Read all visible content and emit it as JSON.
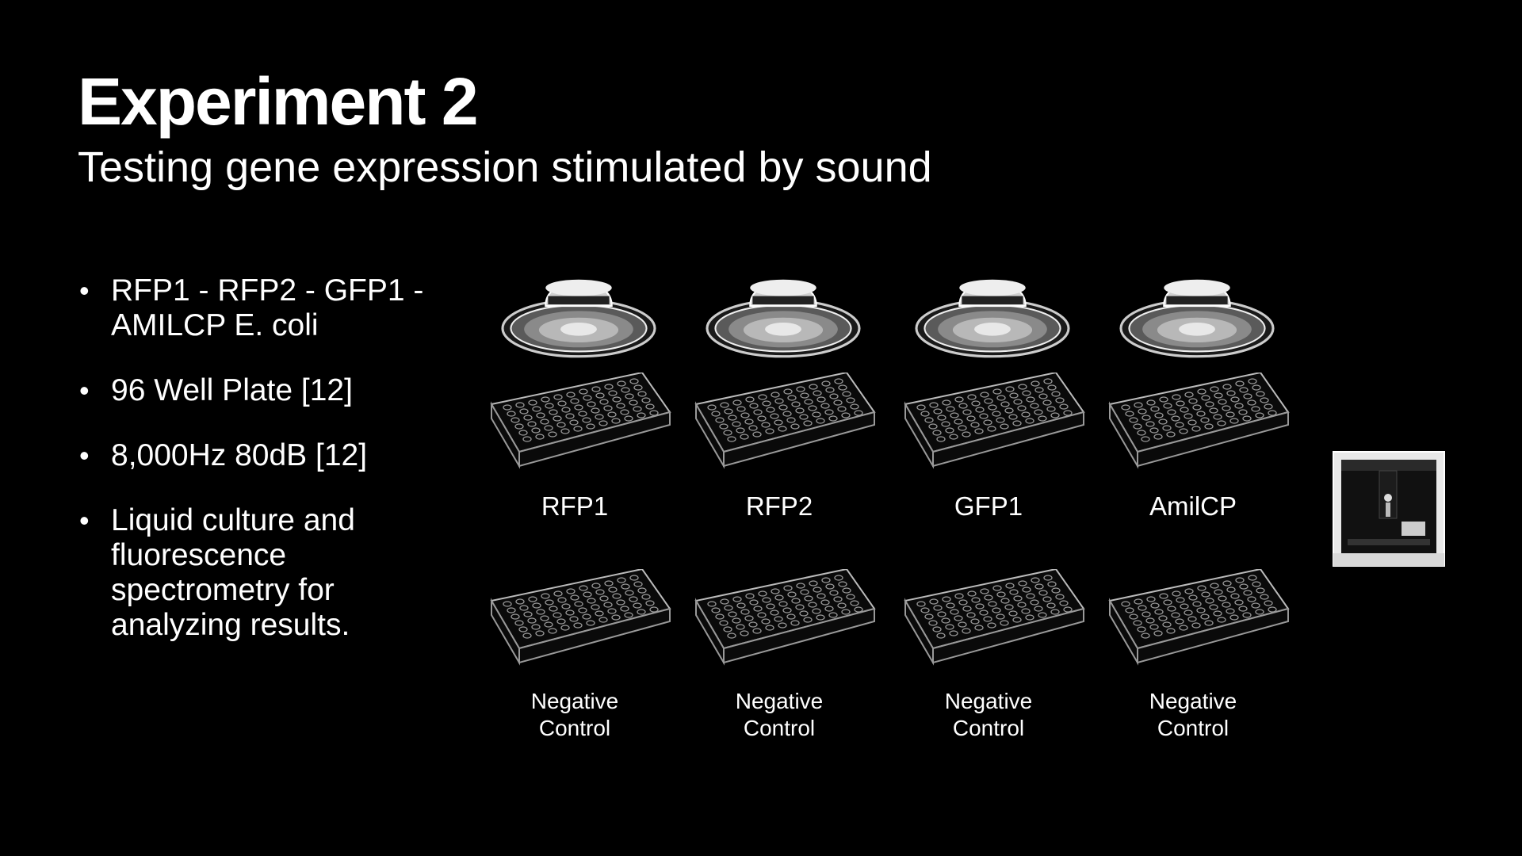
{
  "slide": {
    "title": "Experiment 2",
    "subtitle": "Testing gene expression stimulated by sound"
  },
  "bullets": [
    {
      "text": "RFP1 - RFP2 - GFP1 - AMILCP E. coli"
    },
    {
      "text": "96 Well Plate [12]"
    },
    {
      "text": "8,000Hz 80dB [12]"
    },
    {
      "text": "Liquid culture and fluorescence spectrometry for analyzing results."
    }
  ],
  "bullet_glyph": "•",
  "columns": [
    {
      "label": "RFP1",
      "control_line1": "Negative",
      "control_line2": "Control"
    },
    {
      "label": "RFP2",
      "control_line1": "Negative",
      "control_line2": "Control"
    },
    {
      "label": "GFP1",
      "control_line1": "Negative",
      "control_line2": "Control"
    },
    {
      "label": "AmilCP",
      "control_line1": "Negative",
      "control_line2": "Control"
    }
  ],
  "icons": {
    "speaker": "speaker-icon",
    "plate": "well-plate-icon",
    "device": "lab-instrument-icon"
  }
}
